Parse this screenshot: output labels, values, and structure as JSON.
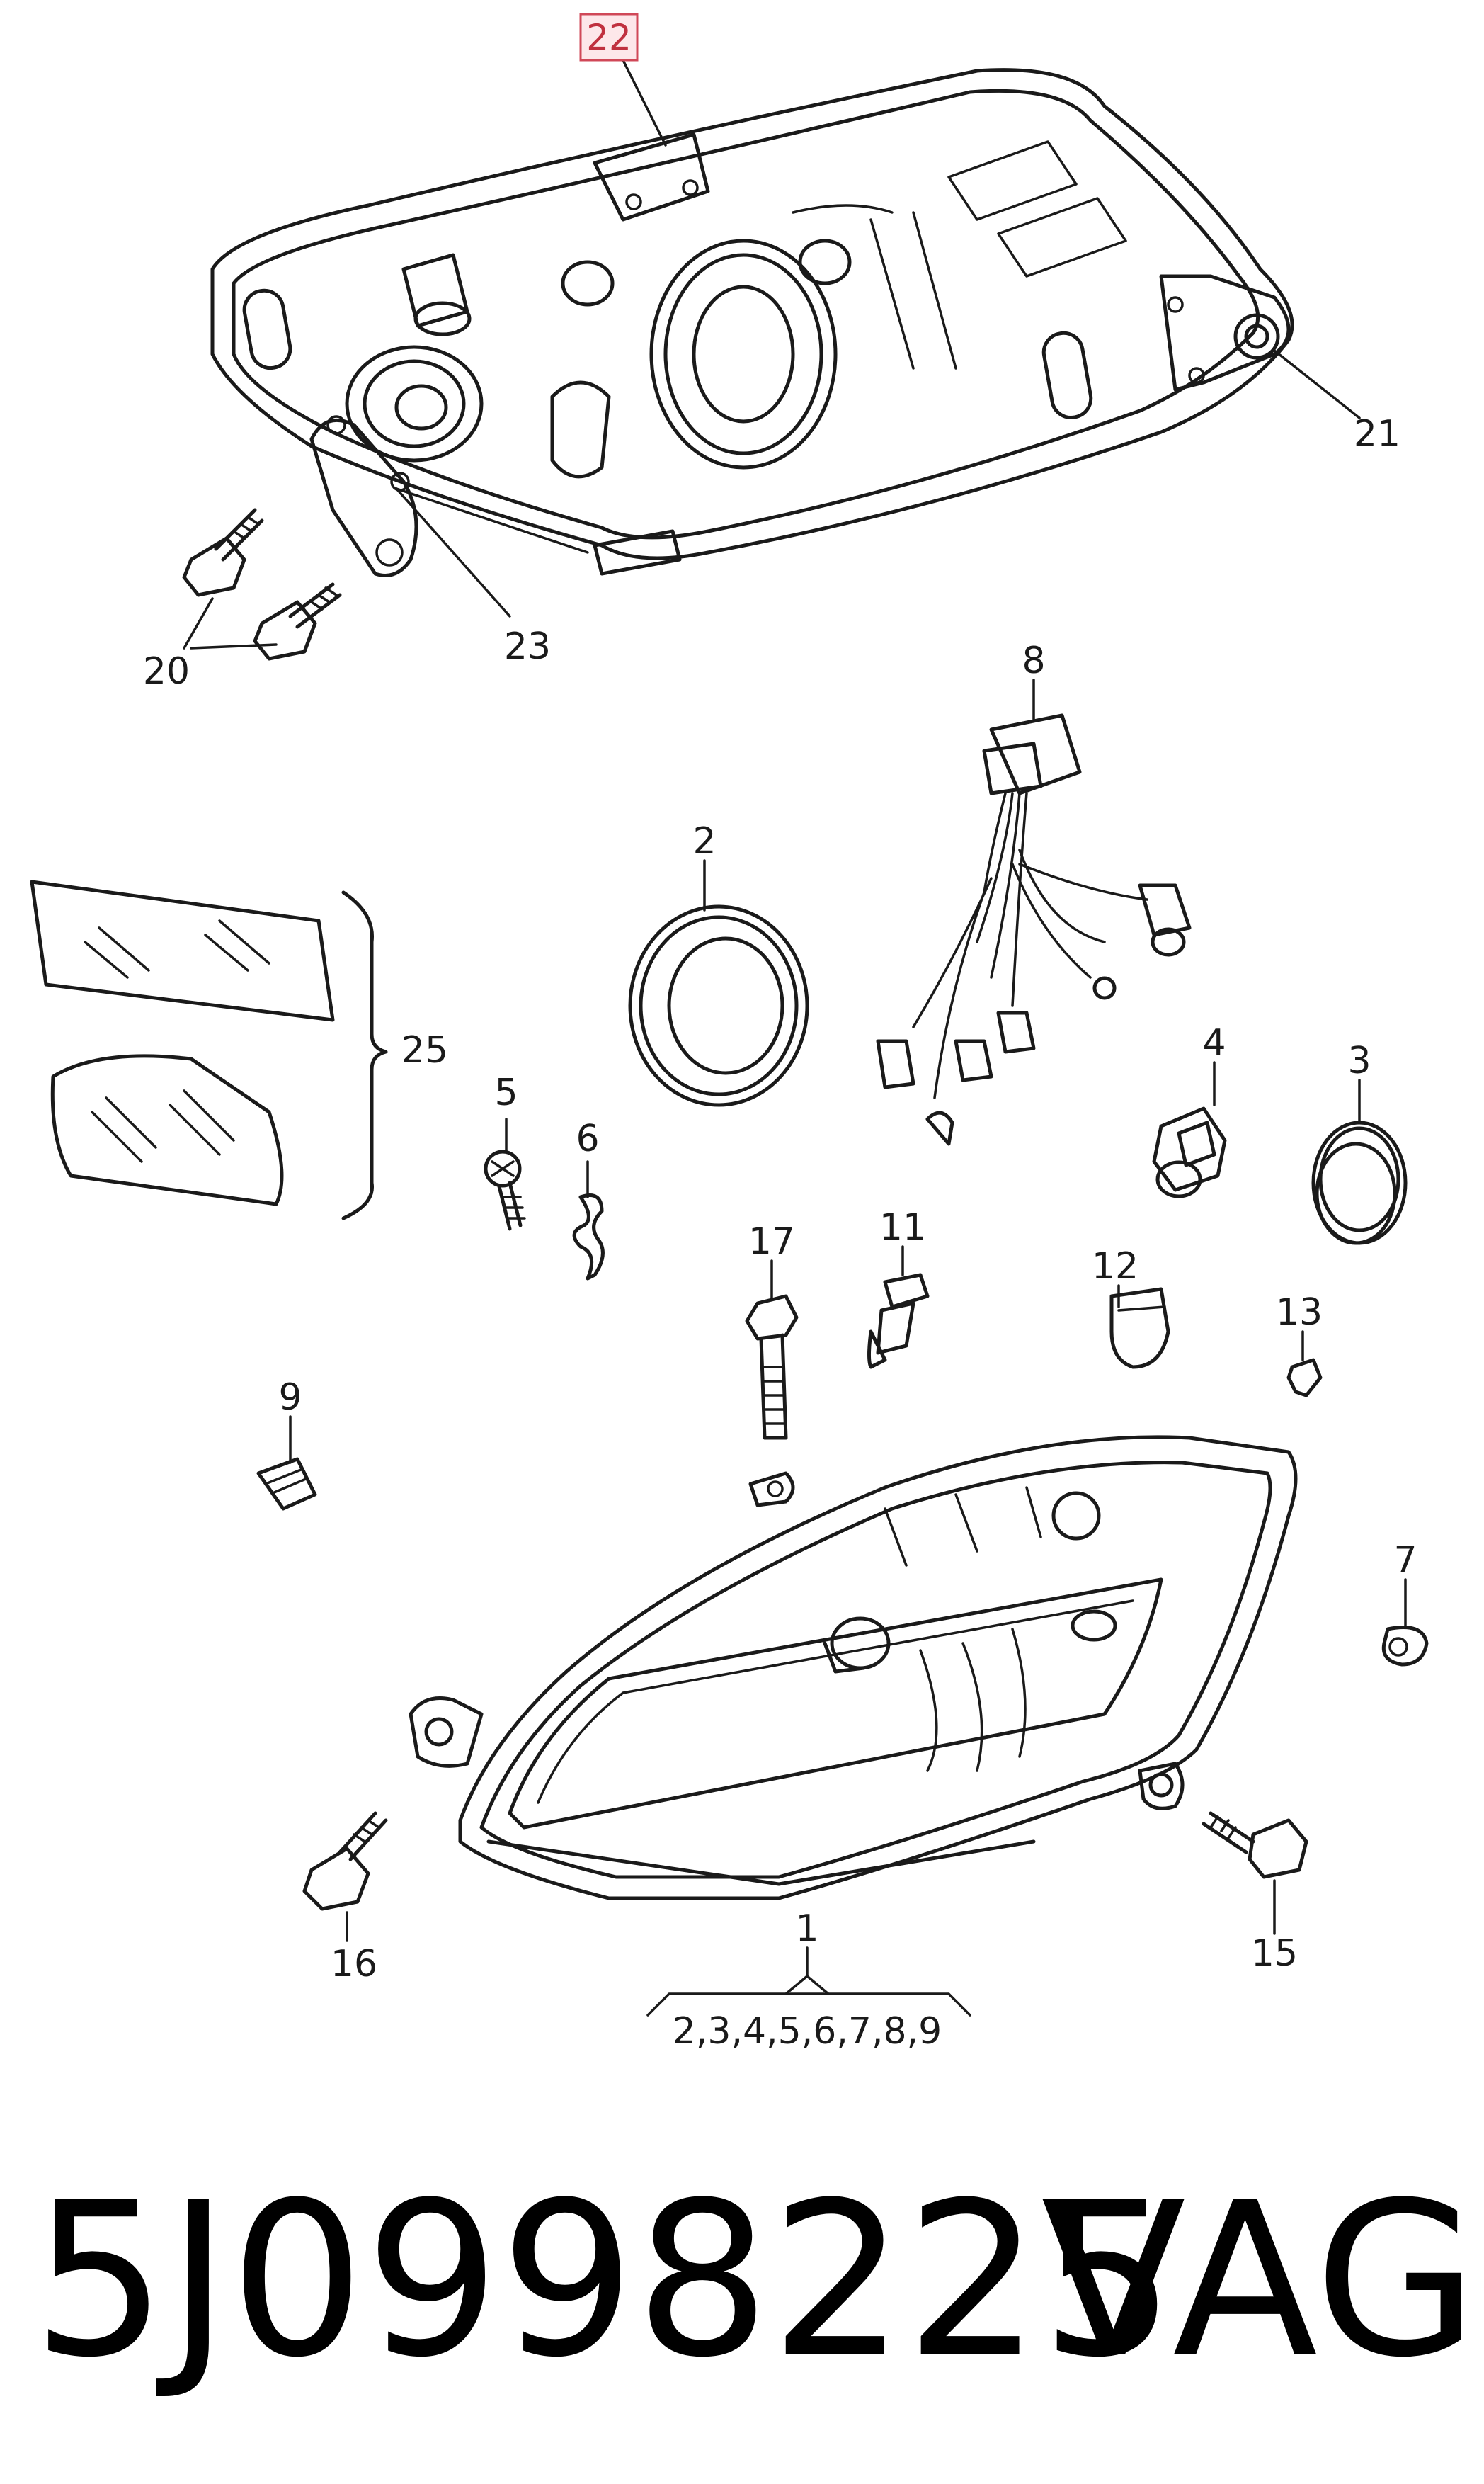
{
  "diagram": {
    "part_number": "5J0998225",
    "brand": "VAG",
    "highlighted_callout": "22",
    "callouts": {
      "c1": "1",
      "c1_sub": "2,3,4,5,6,7,8,9",
      "c2": "2",
      "c3": "3",
      "c4": "4",
      "c5": "5",
      "c6": "6",
      "c7": "7",
      "c8": "8",
      "c9": "9",
      "c11": "11",
      "c12": "12",
      "c13": "13",
      "c15": "15",
      "c16": "16",
      "c17": "17",
      "c20": "20",
      "c21": "21",
      "c23": "23",
      "c25": "25"
    }
  }
}
